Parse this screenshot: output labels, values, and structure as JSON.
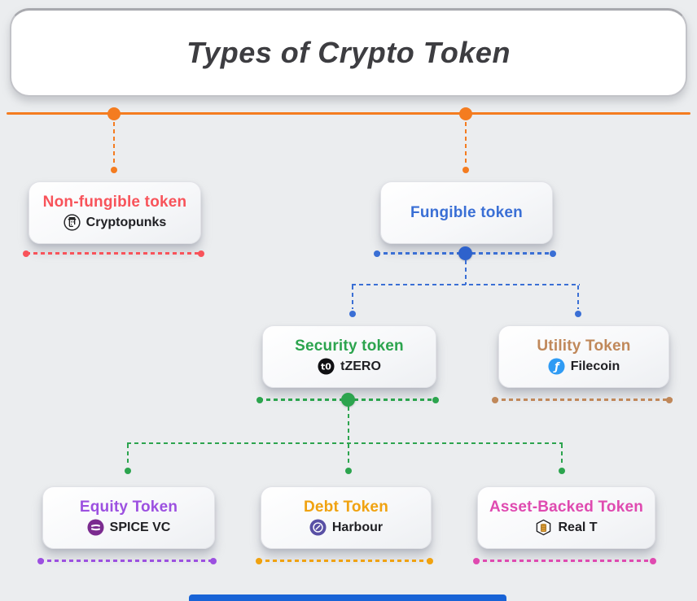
{
  "page": {
    "title": "Types of Crypto Token"
  },
  "palette": {
    "background": "#ebedef",
    "connector_orange": "#f47c20",
    "connector_blue": "#3a6fd5",
    "connector_green": "#2ca44e",
    "nft_red": "#f8535a",
    "utility_tan": "#c0885a",
    "equity_purple": "#9c50e0",
    "debt_orange": "#f0a210",
    "asset_pink": "#df4ab0",
    "footer_blue": "#1863d6"
  },
  "nodes": {
    "nft": {
      "title": "Non-fungible token",
      "example": "Cryptopunks",
      "icon": "cryptopunks-icon"
    },
    "fungible": {
      "title": "Fungible token"
    },
    "security": {
      "title": "Security token",
      "example": "tZERO",
      "icon": "tzero-icon"
    },
    "utility": {
      "title": "Utility Token",
      "example": "Filecoin",
      "icon": "filecoin-icon"
    },
    "equity": {
      "title": "Equity Token",
      "example": "SPICE VC",
      "icon": "spicevc-icon"
    },
    "debt": {
      "title": "Debt Token",
      "example": "Harbour",
      "icon": "harbour-icon"
    },
    "asset": {
      "title": "Asset-Backed Token",
      "example": "Real T",
      "icon": "realt-icon"
    }
  },
  "icons": {
    "tzero_glyph": "t0",
    "filecoin_glyph": "ƒ"
  }
}
